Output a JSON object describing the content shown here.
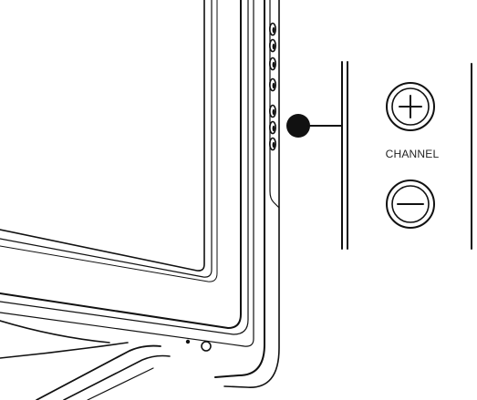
{
  "callout": {
    "label": "CHANNEL",
    "buttons": [
      {
        "name": "channel-up-button",
        "symbol": "plus"
      },
      {
        "name": "channel-down-button",
        "symbol": "minus"
      }
    ]
  },
  "tv": {
    "side_button_count": 7
  },
  "colors": {
    "line": "#111111",
    "background": "#ffffff"
  }
}
